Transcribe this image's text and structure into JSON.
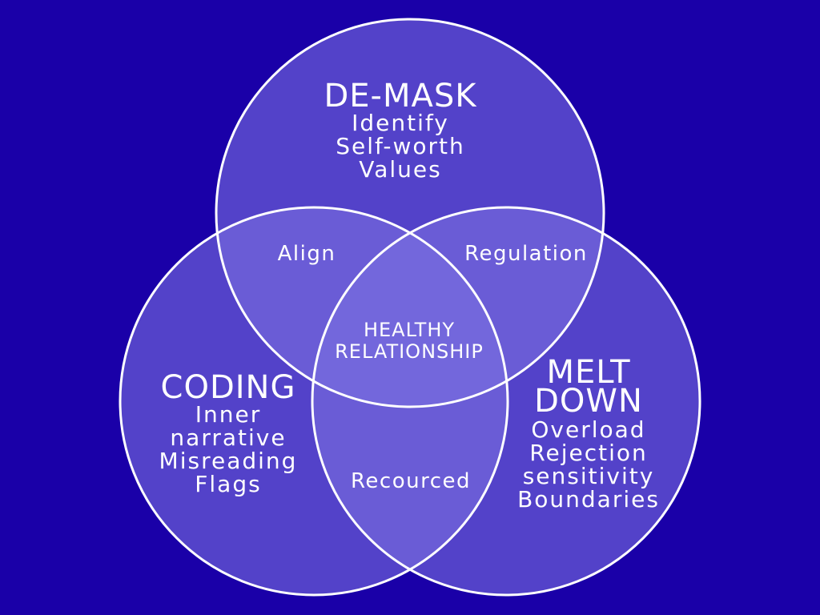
{
  "colors": {
    "background": "#1a00a8",
    "circle_fill": "#7a6ee0",
    "stroke": "#ffffff",
    "text": "#ffffff"
  },
  "circles": {
    "top": {
      "title": "DE-MASK",
      "items": [
        "Identify",
        "Self-worth",
        "Values"
      ]
    },
    "left": {
      "title": "CODING",
      "items": [
        "Inner",
        "narrative",
        "Misreading",
        "Flags"
      ]
    },
    "right": {
      "title_lines": [
        "MELT",
        "DOWN"
      ],
      "items": [
        "Overload",
        "Rejection",
        "sensitivity",
        "Boundaries"
      ]
    }
  },
  "overlaps": {
    "top_left": "Align",
    "top_right": "Regulation",
    "left_right": "Recourced",
    "center": [
      "HEALTHY",
      "RELATIONSHIP"
    ]
  }
}
